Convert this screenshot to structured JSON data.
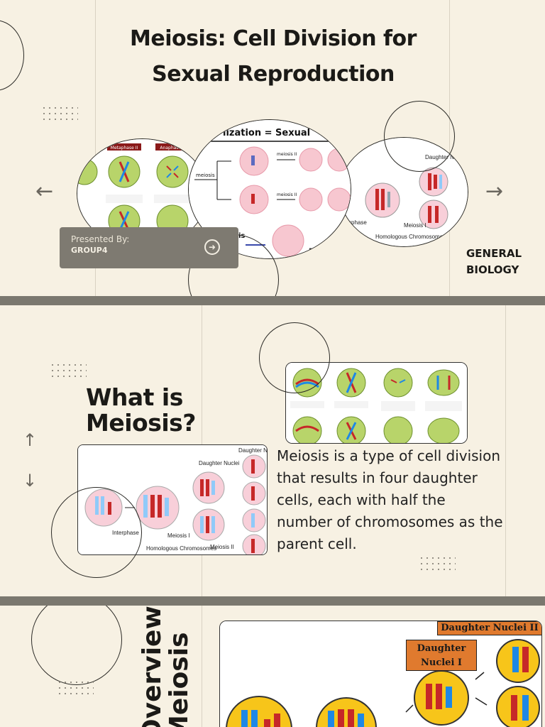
{
  "slide1": {
    "title_line1": "Meiosis: Cell Division for",
    "title_line2": "Sexual Reproduction",
    "prev_icon": "arrow-left-icon",
    "next_icon": "arrow-right-icon",
    "presented_by_label": "Presented By:",
    "group_name": "GROUP4",
    "go_icon": "circle-arrow-right-icon",
    "subject_line1": "GENERAL",
    "subject_line2": "BIOLOGY",
    "image_center_header": "lization = Sexual",
    "image_center_labels": [
      "meiosis I",
      "meiosis II",
      "meiosis II",
      "is"
    ],
    "image_left_headers": [
      "Metaphase II",
      "Anaphase II"
    ],
    "image_right_labels": [
      "Daughter Nuclei",
      "Interphase",
      "Meiosis I",
      "Homologous Chromosomes",
      "Me"
    ]
  },
  "slide2": {
    "heading_line1": "What is",
    "heading_line2": "Meiosis?",
    "up_icon": "arrow-up-icon",
    "down_icon": "arrow-down-icon",
    "body": "Meiosis is a type of cell division that results in four daughter cells, each with half the number of chromosomes as the parent cell.",
    "diagram_labels": [
      "Daughter Nuclei II",
      "Daughter Nuclei",
      "Interphase",
      "Meiosis I",
      "Homologous Chromosomes",
      "Meiosis II"
    ]
  },
  "slide3": {
    "vertical_title_line1": "Overview",
    "vertical_title_line2": "Meiosis",
    "tag_top": "Daughter Nuclei II",
    "tag_mid_line1": "Daughter",
    "tag_mid_line2": "Nuclei I"
  },
  "colors": {
    "background": "#f7f1e3",
    "accent_gray": "#7e7a71",
    "text_dark": "#1b1a17",
    "tag_orange": "#e07a2e",
    "cell_yellow": "#f7c51a"
  }
}
